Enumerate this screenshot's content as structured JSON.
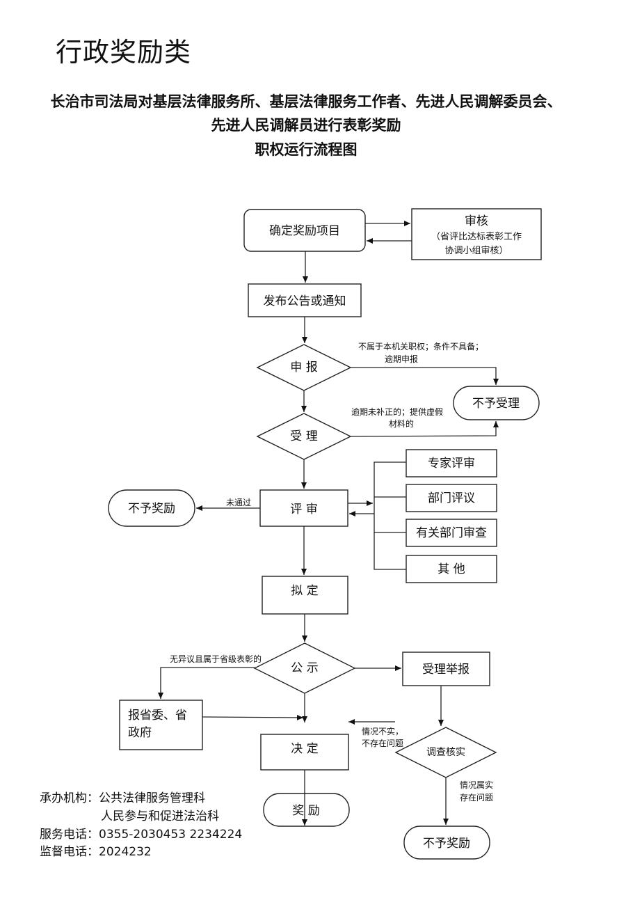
{
  "page_title": "行政奖励类",
  "subtitle": {
    "line1": "长治市司法局对基层法律服务所、基层法律服务工作者、先进人民调解委员会、",
    "line2": "先进人民调解员进行表彰奖励",
    "line3": "职权运行流程图"
  },
  "nodes": {
    "determine": "确定奖励项目",
    "review_title": "审核",
    "review_note1": "（省评比达标表彰工作",
    "review_note2": "协调小组审核）",
    "publish": "发布公告或通知",
    "apply": "申 报",
    "reject": "不予受理",
    "accept": "受 理",
    "evaluate": "评 审",
    "no_award_left": "不予奖励",
    "expert": "专家评审",
    "dept_comment": "部门评议",
    "dept_review": "有关部门审查",
    "other": "其 他",
    "draft": "拟 定",
    "publicity": "公 示",
    "report_handle": "受理举报",
    "report_province1": "报省委、省",
    "report_province2": "政府",
    "decide": "决 定",
    "investigate": "调查核实",
    "award": "奖 励",
    "no_award_bottom": "不予奖励"
  },
  "edge_labels": {
    "apply_reject1": "不属于本机关职权；条件不具备；",
    "apply_reject2": "逾期申报",
    "accept_reject1": "逾期未补正的；提供虚假",
    "accept_reject2": "材料的",
    "not_passed": "未通过",
    "no_objection": "无异议且属于省级表彰的",
    "false_info1": "情况不实，",
    "false_info2": "不存在问题",
    "true_info1": "情况属实",
    "true_info2": "存在问题"
  },
  "footer": {
    "org_label": "承办机构：公共法律服务管理科",
    "org_second": "人民参与和促进法治科",
    "service_phone": "服务电话：0355-2030453  2234224",
    "supervise_phone": "监督电话：2024232"
  }
}
